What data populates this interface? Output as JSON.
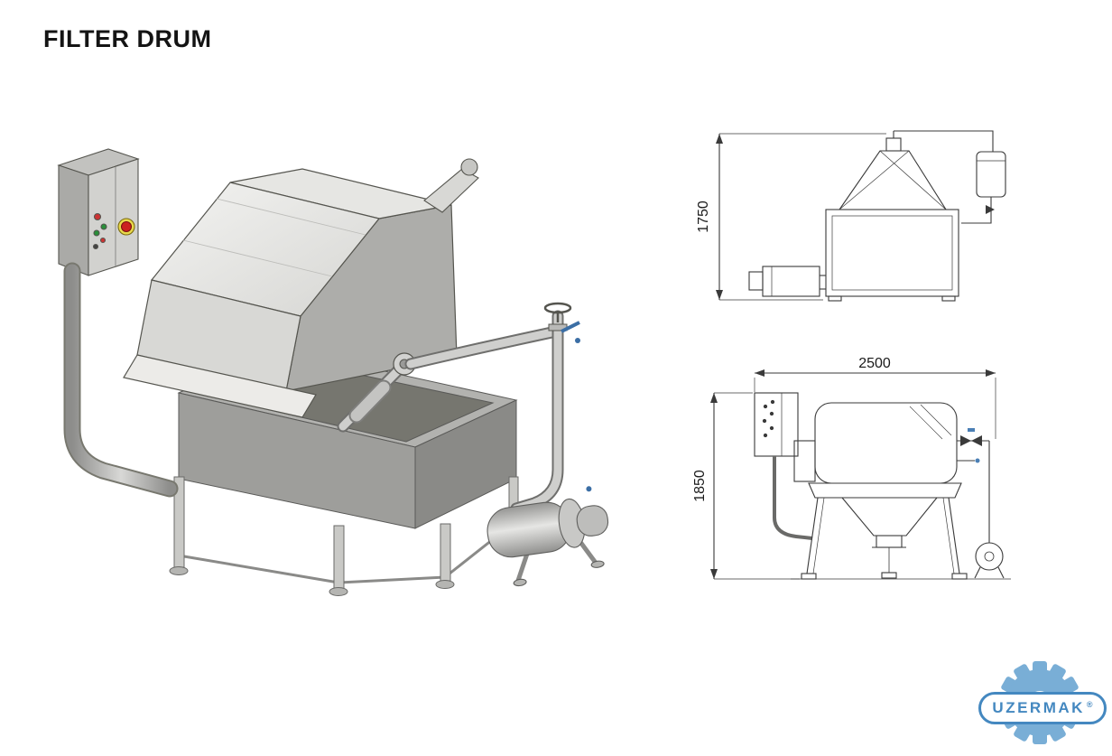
{
  "page": {
    "title": "FILTER DRUM"
  },
  "views": {
    "isometric": {
      "name": "filter-drum-machine"
    },
    "front": {
      "height_label": "1750"
    },
    "side": {
      "width_label": "2500",
      "height_label": "1850"
    }
  },
  "logo": {
    "text": "UZERMAK",
    "registered": "®",
    "icon": "gear"
  },
  "colors": {
    "accent_blue": "#4488c0",
    "gear_blue": "#79aed6",
    "machine_light_gray": "#e9e9e6",
    "machine_mid_gray": "#c9c9c6",
    "tank_dark_gray": "#9e9e9b",
    "drawing_line": "#3a3a3a",
    "alarm_red": "#cc2020",
    "indicator_green": "#2a8f3a"
  }
}
